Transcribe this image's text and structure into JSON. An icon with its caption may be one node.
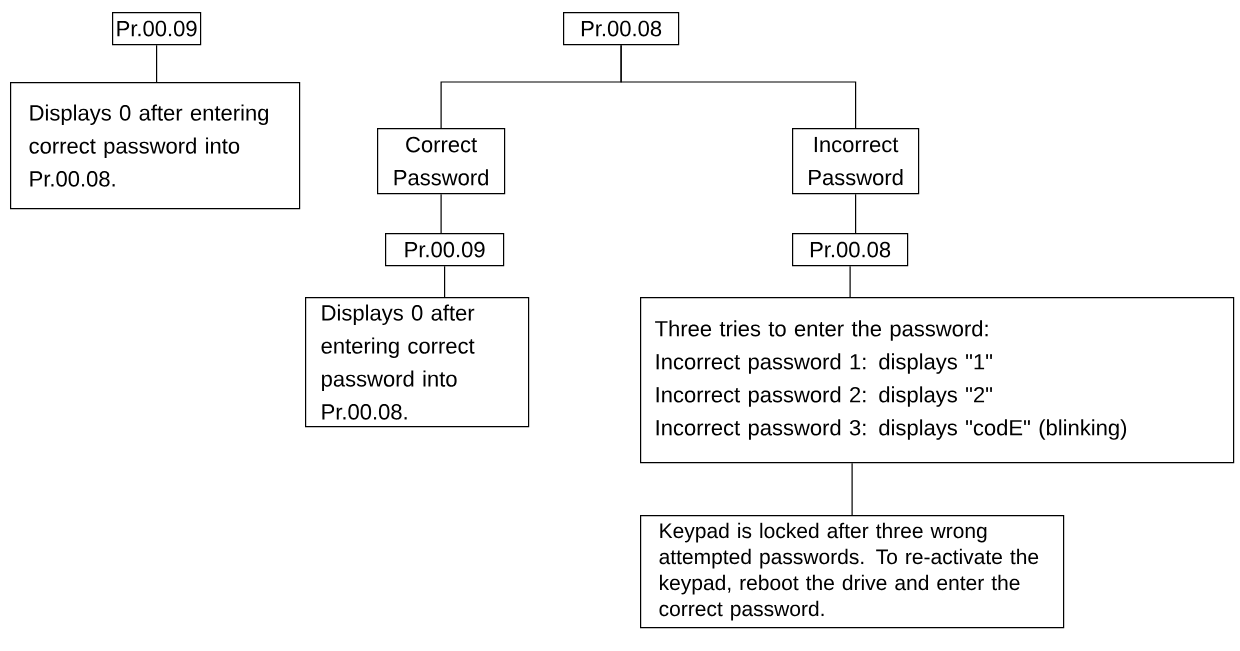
{
  "diagram": {
    "nodes": [
      {
        "text": [
          "Pr.00.09"
        ]
      },
      {
        "text": [
          "Displays 0 after entering correct password into Pr.00.08."
        ]
      },
      {
        "text": [
          "Pr.00.08"
        ]
      },
      {
        "text": [
          "Correct Password"
        ]
      },
      {
        "text": [
          "Incorrect Password"
        ]
      },
      {
        "text": [
          "Pr.00.09"
        ]
      },
      {
        "text": [
          "Displays 0 after entering correct password into Pr.00.08."
        ]
      },
      {
        "text": [
          "Pr.00.08"
        ]
      },
      {
        "text": [
          "Three tries to enter the password:",
          "Incorrect password 1: displays \"1\"",
          "Incorrect password 2: displays \"2\"",
          "Incorrect password 3: displays \"codE\" (blinking)"
        ]
      },
      {
        "text": [
          "Keypad is locked after three wrong attempted passwords. To re-activate the keypad, reboot the drive and enter the correct password."
        ]
      }
    ],
    "edges": [
      {
        "from": 0,
        "to": 1,
        "arrow": "none"
      },
      {
        "from": 2,
        "to": 3,
        "arrow": "none"
      },
      {
        "from": 2,
        "to": 4,
        "arrow": "none"
      },
      {
        "from": 3,
        "to": 5,
        "arrow": "none"
      },
      {
        "from": 5,
        "to": 6,
        "arrow": "none"
      },
      {
        "from": 4,
        "to": 7,
        "arrow": "none"
      },
      {
        "from": 7,
        "to": 8,
        "arrow": "none"
      },
      {
        "from": 8,
        "to": 9,
        "arrow": "none"
      }
    ]
  }
}
